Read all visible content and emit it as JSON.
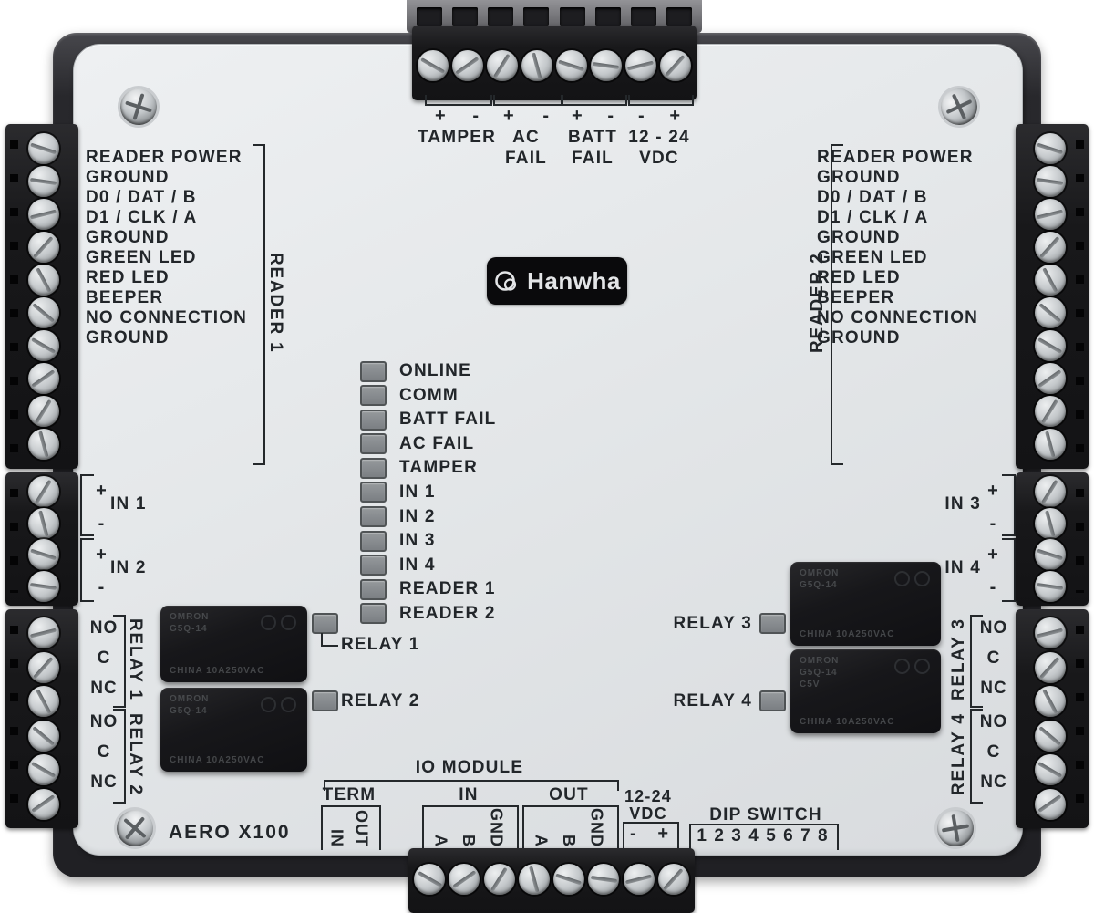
{
  "device": {
    "model_label": "AERO X100",
    "brand": "Hanwha"
  },
  "colors": {
    "cover": "#e4e7e9",
    "base": "#28282c",
    "terminal_block": "#18181a",
    "label_text": "#22262a",
    "led_gray": "#82868a",
    "logo_bg": "#0a0a0c"
  },
  "top_terminals": {
    "groups": [
      {
        "line1": "TAMPER",
        "line2": "",
        "polarity": [
          "+",
          "-"
        ]
      },
      {
        "line1": "AC",
        "line2": "FAIL",
        "polarity": [
          "+",
          "-"
        ]
      },
      {
        "line1": "BATT",
        "line2": "FAIL",
        "polarity": [
          "+",
          "-"
        ]
      },
      {
        "line1": "12 - 24",
        "line2": "VDC",
        "polarity": [
          "-",
          "+"
        ]
      }
    ]
  },
  "reader1": {
    "title": "READER 1",
    "labels": [
      "READER POWER",
      "GROUND",
      "D0 / DAT / B",
      "D1 / CLK / A",
      "GROUND",
      "GREEN LED",
      "RED LED",
      "BEEPER",
      "NO CONNECTION",
      "GROUND"
    ]
  },
  "reader2": {
    "title": "READER 2",
    "labels": [
      "READER POWER",
      "GROUND",
      "D0 / DAT / B",
      "D1 / CLK / A",
      "GROUND",
      "GREEN LED",
      "RED LED",
      "BEEPER",
      "NO CONNECTION",
      "GROUND"
    ]
  },
  "inputs": {
    "in1": {
      "label": "IN 1",
      "plus": "+",
      "minus": "-"
    },
    "in2": {
      "label": "IN 2",
      "plus": "+",
      "minus": "-"
    },
    "in3": {
      "label": "IN 3",
      "plus": "+",
      "minus": "-"
    },
    "in4": {
      "label": "IN 4",
      "plus": "+",
      "minus": "-"
    }
  },
  "status_leds": {
    "items": [
      "ONLINE",
      "COMM",
      "BATT FAIL",
      "AC FAIL",
      "TAMPER",
      "IN 1",
      "IN 2",
      "IN 3",
      "IN 4",
      "READER 1",
      "READER 2"
    ]
  },
  "relay_leds": {
    "relay1": "RELAY 1",
    "relay2": "RELAY 2",
    "relay3": "RELAY 3",
    "relay4": "RELAY 4"
  },
  "relay_terminals": {
    "relay1": {
      "title": "RELAY 1",
      "contacts": [
        "NO",
        "C",
        "NC"
      ]
    },
    "relay2": {
      "title": "RELAY 2",
      "contacts": [
        "NO",
        "C",
        "NC"
      ]
    },
    "relay3": {
      "title": "RELAY 3",
      "contacts": [
        "NO",
        "C",
        "NC"
      ]
    },
    "relay4": {
      "title": "RELAY 4",
      "contacts": [
        "NO",
        "C",
        "NC"
      ]
    }
  },
  "io_module": {
    "title": "IO MODULE",
    "term": {
      "label": "TERM",
      "pins": [
        "IN",
        "OUT"
      ]
    },
    "input": {
      "label": "IN",
      "pins": [
        "A",
        "B",
        "GND"
      ]
    },
    "output": {
      "label": "OUT",
      "pins": [
        "A",
        "B",
        "GND"
      ]
    },
    "vdc": {
      "line1": "12-24",
      "line2": "VDC",
      "polarity": [
        "-",
        "+"
      ]
    }
  },
  "dip_switch": {
    "label": "DIP SWITCH",
    "positions": [
      "1",
      "2",
      "3",
      "4",
      "5",
      "6",
      "7",
      "8"
    ]
  },
  "relay_markings": {
    "brand": "OMRON",
    "model": "G5Q-14",
    "coil": "C5V",
    "line": "CHINA 10A250VAC"
  }
}
